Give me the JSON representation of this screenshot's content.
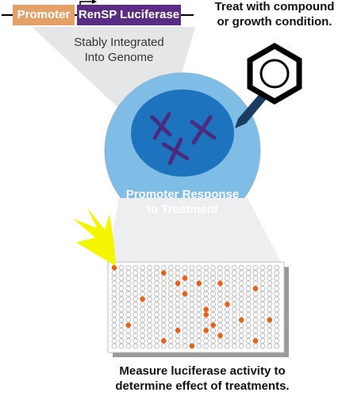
{
  "construct": {
    "promoter_label": "Promoter",
    "reporter_label": "RenSP Luciferase",
    "integration_caption_1": "Stably Integrated",
    "integration_caption_2": "Into Genome"
  },
  "treatment": {
    "line1": "Treat with compound",
    "line2": "or growth condition.",
    "compound_icon": "benzene-ring-icon"
  },
  "cell": {
    "label_1": "Promoter Response",
    "label_2": "to Treatment"
  },
  "plate": {
    "rows": 16,
    "cols": 24,
    "hits": [
      [
        0,
        0
      ],
      [
        1,
        7
      ],
      [
        2,
        10
      ],
      [
        3,
        9
      ],
      [
        3,
        12
      ],
      [
        3,
        15
      ],
      [
        4,
        20
      ],
      [
        5,
        10
      ],
      [
        6,
        4
      ],
      [
        7,
        16
      ],
      [
        8,
        13
      ],
      [
        9,
        13
      ],
      [
        10,
        18
      ],
      [
        10,
        22
      ],
      [
        11,
        2
      ],
      [
        11,
        14
      ],
      [
        12,
        13
      ],
      [
        13,
        15
      ],
      [
        14,
        7
      ],
      [
        14,
        20
      ],
      [
        15,
        11
      ],
      [
        12,
        9
      ]
    ],
    "highlight_icon": "light-burst-icon"
  },
  "measure": {
    "line1": "Measure luciferase activity to",
    "line2": "determine effect of treatments."
  },
  "colors": {
    "promoter": "#e3a067",
    "reporter": "#5b2c83",
    "cell_outer": "#7fbce6",
    "cell_nucleus": "#1e73be",
    "chromosome": "#4b2b7e",
    "hit_well": "#e8601c",
    "burst": "#f5f500"
  }
}
